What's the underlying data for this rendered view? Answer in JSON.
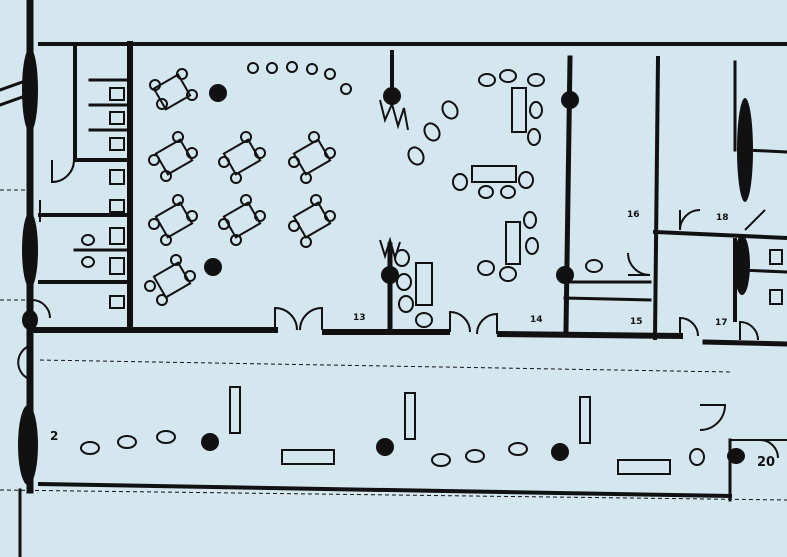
{
  "floor_plan": {
    "colors": {
      "paper": "#d4e6ee",
      "ink": "#111111"
    },
    "room_labels": {
      "room_2": "2",
      "room_13": "13",
      "room_14": "14",
      "room_15": "15",
      "room_16": "16",
      "room_17": "17",
      "room_18": "18",
      "room_20": "20"
    }
  }
}
